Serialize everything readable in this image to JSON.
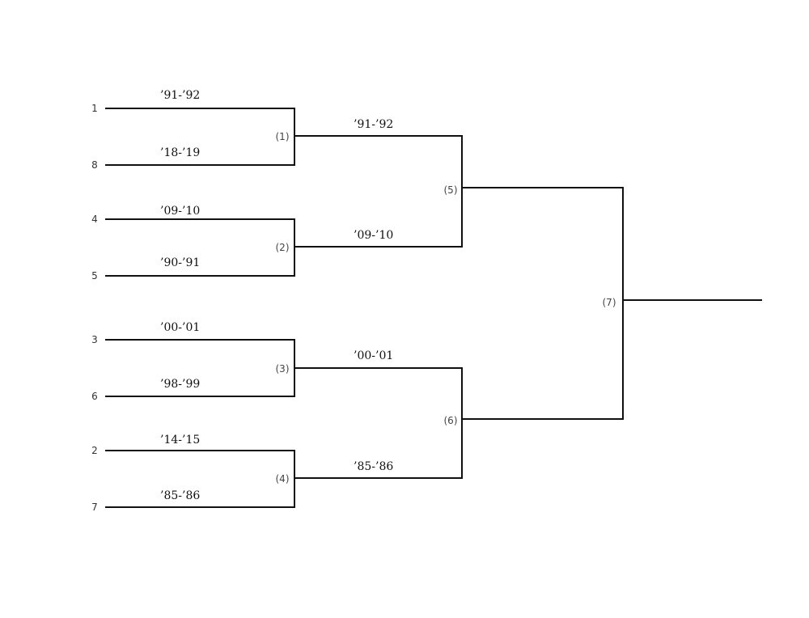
{
  "round1": [
    {
      "seed": "1",
      "team": "’91-’92"
    },
    {
      "seed": "8",
      "team": "’18-’19"
    },
    {
      "seed": "4",
      "team": "’09-’10"
    },
    {
      "seed": "5",
      "team": "’90-’91"
    },
    {
      "seed": "3",
      "team": "’00-’01"
    },
    {
      "seed": "6",
      "team": "’98-’99"
    },
    {
      "seed": "2",
      "team": "’14-’15"
    },
    {
      "seed": "7",
      "team": "’85-’86"
    }
  ],
  "round2": [
    "’91-’92",
    "’09-’10",
    "’00-’01",
    "’85-’86"
  ],
  "games": [
    "(1)",
    "(2)",
    "(3)",
    "(4)",
    "(5)",
    "(6)",
    "(7)"
  ]
}
